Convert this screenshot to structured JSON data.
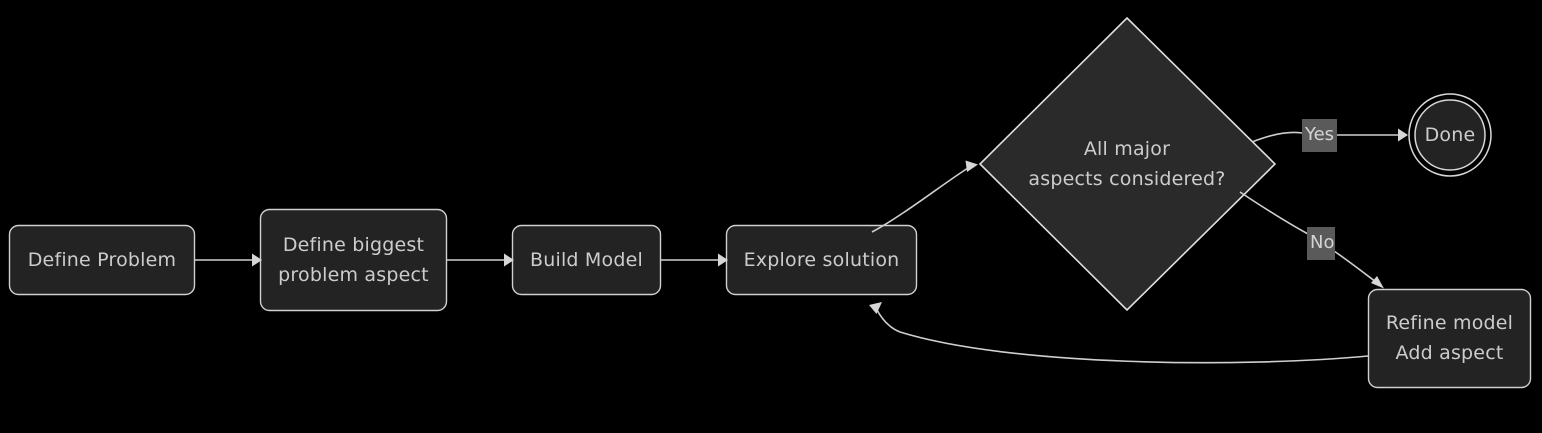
{
  "diagram": {
    "type": "flowchart",
    "direction": "left-to-right",
    "background_color": "#000000",
    "node_fill_color": "#232323",
    "node_border_color": "#d0d0d0",
    "text_color": "#cccccc",
    "edge_color": "#cfcfcf",
    "edge_label_background": "#5a5a5a",
    "nodes": [
      {
        "id": "define-problem",
        "label": "Define Problem",
        "shape": "rounded-rect"
      },
      {
        "id": "define-biggest",
        "label": "Define biggest\nproblem aspect",
        "shape": "rounded-rect"
      },
      {
        "id": "build-model",
        "label": "Build Model",
        "shape": "rounded-rect"
      },
      {
        "id": "explore-solution",
        "label": "Explore solution",
        "shape": "rounded-rect"
      },
      {
        "id": "all-aspects",
        "label": "All major\naspects considered?",
        "shape": "diamond"
      },
      {
        "id": "done",
        "label": "Done",
        "shape": "double-circle"
      },
      {
        "id": "refine-model",
        "label": "Refine model\nAdd aspect",
        "shape": "rounded-rect"
      }
    ],
    "edges": [
      {
        "from": "define-problem",
        "to": "define-biggest",
        "label": ""
      },
      {
        "from": "define-biggest",
        "to": "build-model",
        "label": ""
      },
      {
        "from": "build-model",
        "to": "explore-solution",
        "label": ""
      },
      {
        "from": "explore-solution",
        "to": "all-aspects",
        "label": ""
      },
      {
        "from": "all-aspects",
        "to": "done",
        "label": "Yes"
      },
      {
        "from": "all-aspects",
        "to": "refine-model",
        "label": "No"
      },
      {
        "from": "refine-model",
        "to": "explore-solution",
        "label": ""
      }
    ]
  }
}
